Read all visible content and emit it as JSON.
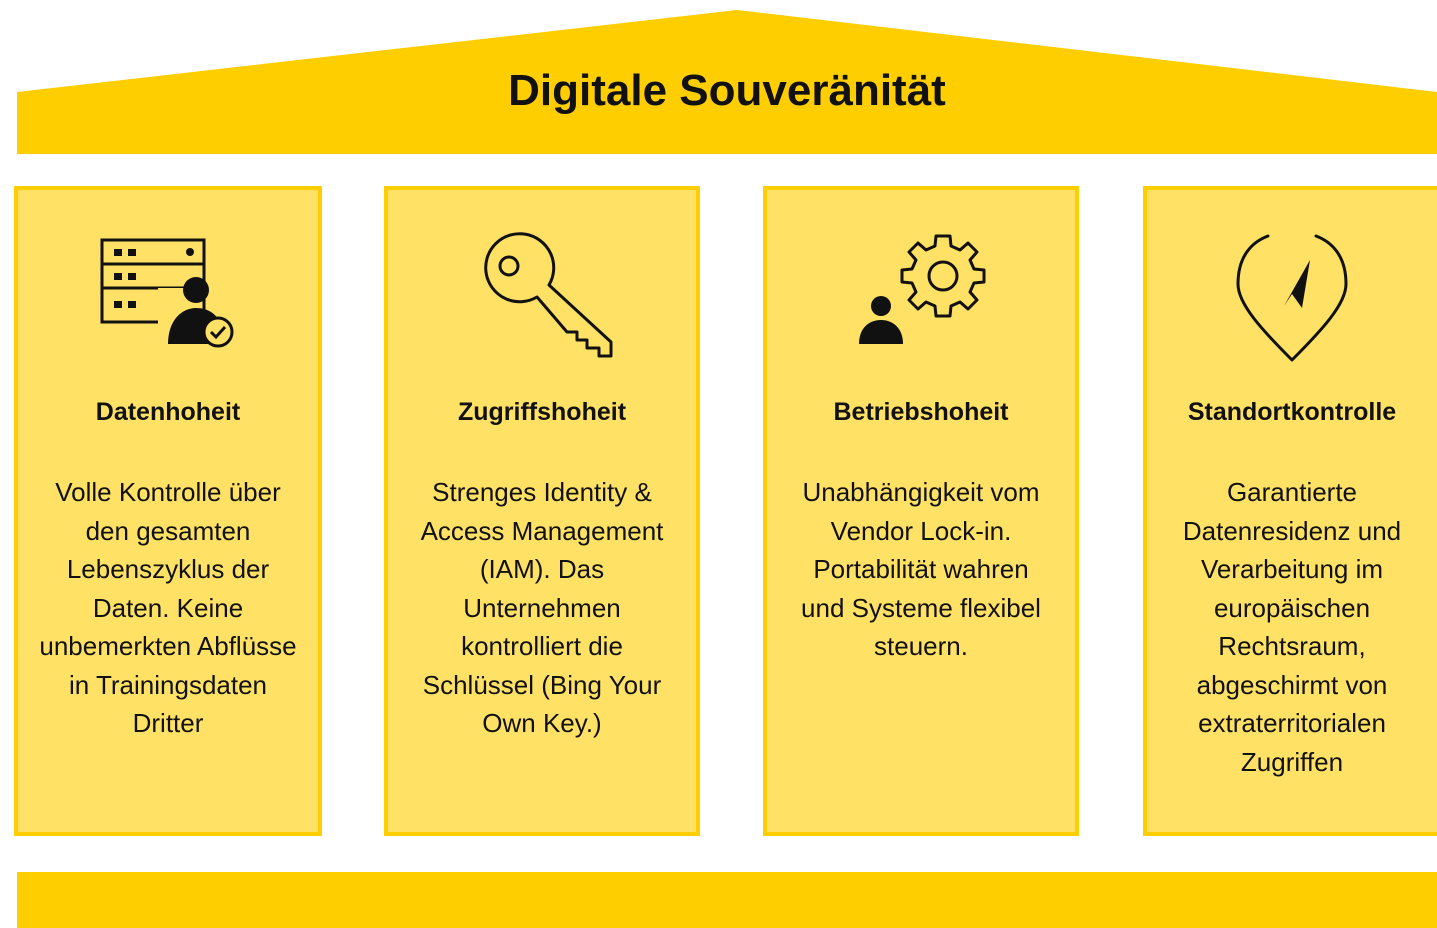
{
  "title": "Digitale Souveränität",
  "colors": {
    "roof": "#FFCE00",
    "pillar_fill": "#FFE165",
    "pillar_border": "#FFCE00",
    "base": "#FFCE00"
  },
  "pillars": [
    {
      "icon": "server-user-check-icon",
      "title": "Datenhoheit",
      "lines": [
        "Volle Kontrolle über",
        "den gesamten",
        "Lebenszyklus der",
        "Daten. Keine",
        "unbemerkten Abflüsse",
        "in Trainingsdaten",
        "Dritter"
      ]
    },
    {
      "icon": "key-icon",
      "title": "Zugriffshoheit",
      "lines": [
        "Strenges Identity &",
        "Access Management",
        "(IAM). Das",
        "Unternehmen",
        "kontrolliert die",
        "Schlüssel (Bing Your",
        "Own Key.)"
      ]
    },
    {
      "icon": "user-gear-icon",
      "title": "Betriebshoheit",
      "lines": [
        "Unabhängigkeit vom",
        "Vendor Lock-in.",
        "Portabilität wahren",
        "und Systeme flexibel",
        "steuern."
      ]
    },
    {
      "icon": "location-compass-icon",
      "title": "Standortkontrolle",
      "lines": [
        "Garantierte",
        "Datenresidenz und",
        "Verarbeitung im",
        "europäischen",
        "Rechtsraum,",
        "abgeschirmt von",
        "extraterritorialen",
        "Zugriffen"
      ]
    }
  ]
}
